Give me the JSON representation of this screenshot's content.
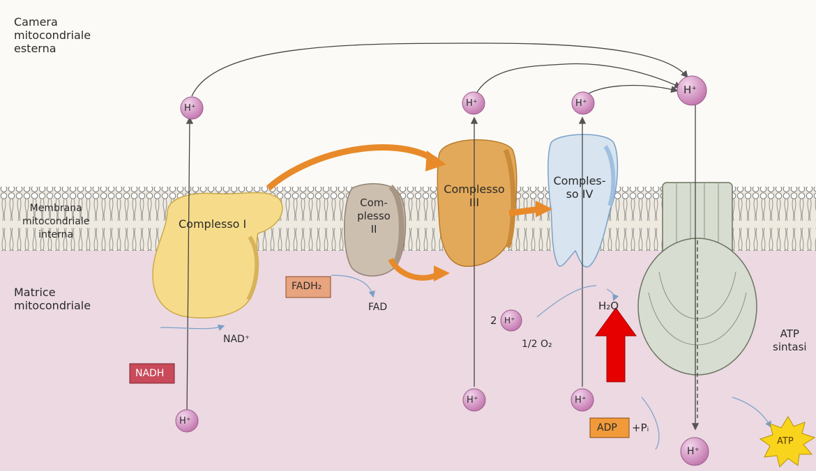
{
  "labels": {
    "outer_chamber": "Camera\nmitocondriale\nesterna",
    "inner_membrane": "Membrana\nmitocondriale\ninterna",
    "matrix": "Matrice\nmitocondriale",
    "complex1": "Complesso I",
    "complex2": "Com-\nplesso\nII",
    "complex3": "Complesso\nIII",
    "complex4": "Comples-\nso IV",
    "atp_synthase": "ATP\nsintasi",
    "nadh": "NADH",
    "nad": "NAD⁺",
    "fadh2": "FADH₂",
    "fad": "FAD",
    "two": "2",
    "half_o2": "1/2 O₂",
    "h2o": "H₂O",
    "adp": "ADP",
    "plus_pi": "+Pᵢ",
    "atp": "ATP",
    "proton": "H⁺"
  },
  "colors": {
    "membrane_band": "#a8a49a",
    "matrix": "#ecd9e2",
    "complex1": "#f6dc8a",
    "complex2": "#cdbfb0",
    "complex3": "#e3a95a",
    "complex4": "#d8e4ef",
    "atp_synthase": "#d7ddd0",
    "proton": "#d79bc8",
    "arrow_orange": "#e88a2a",
    "red_arrow": "#e60000",
    "nadh_box": "#c94a5a",
    "fadh2_box": "#e8a47e",
    "adp_box": "#f09a3a",
    "atp_star": "#f8d41c"
  },
  "icons": [
    "proton-circle",
    "red-up-arrow",
    "atp-starburst"
  ]
}
